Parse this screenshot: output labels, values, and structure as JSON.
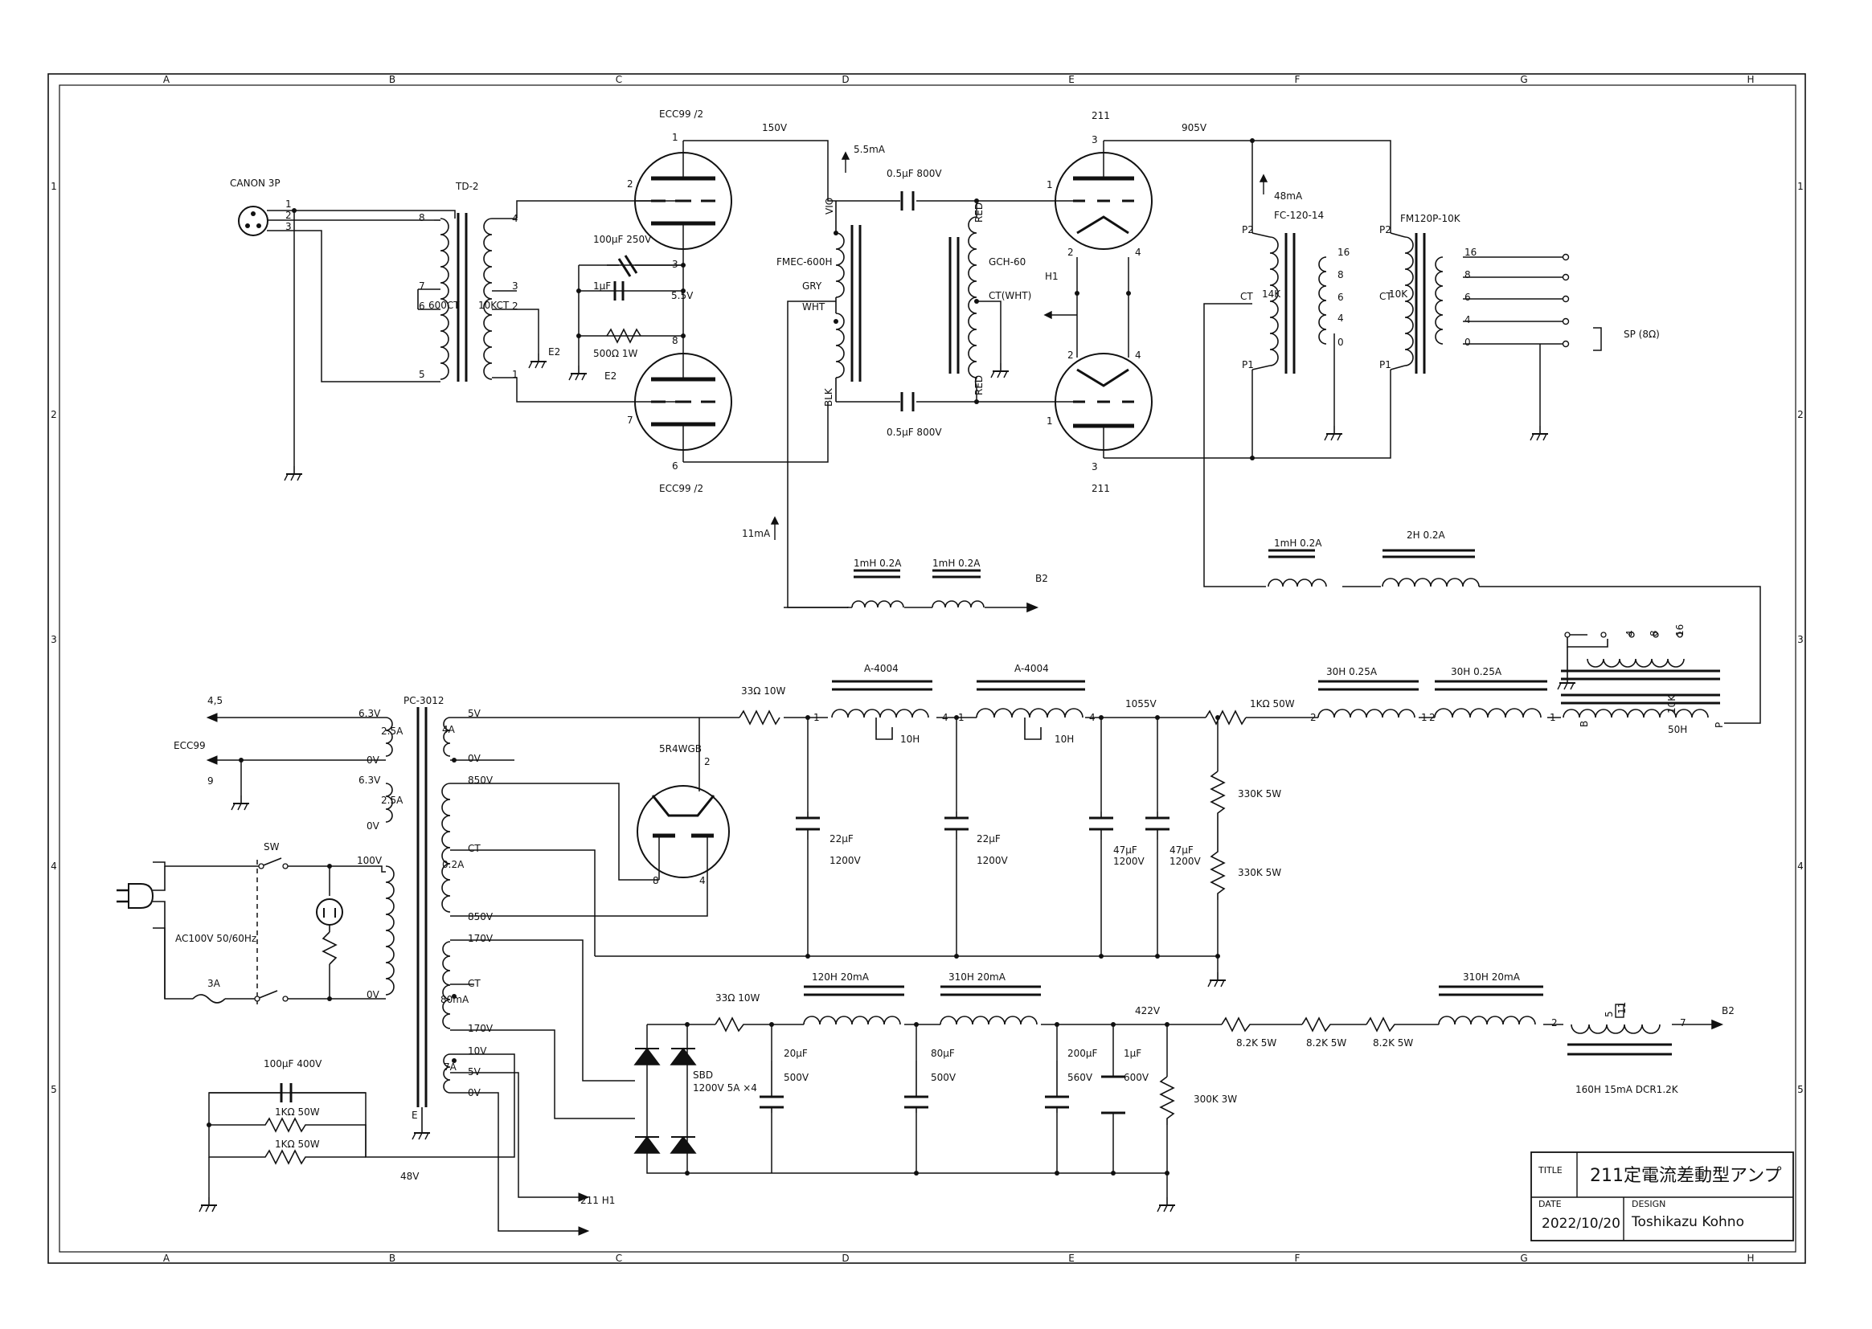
{
  "grid": {
    "columns": [
      "A",
      "B",
      "C",
      "D",
      "E",
      "F",
      "G",
      "H"
    ],
    "rows": [
      "1",
      "2",
      "3",
      "4",
      "5"
    ]
  },
  "title_block": {
    "title_label": "TITLE",
    "title": "211定電流差動型アンプ",
    "date_label": "DATE",
    "date": "2022/10/20",
    "design_label": "DESIGN",
    "designer": "Toshikazu  Kohno"
  },
  "input": {
    "connector": "CANON 3P",
    "pins": [
      "1",
      "2",
      "3"
    ],
    "transformer": "TD-2",
    "primary_taps": [
      "8",
      "7",
      "6",
      "5"
    ],
    "primary_label": "600CT",
    "secondary_taps": [
      "4",
      "3",
      "2",
      "1"
    ],
    "secondary_label": "10KCT",
    "ground_label": "E2"
  },
  "driver": {
    "tube_top": "ECC99 /2",
    "tube_bottom": "ECC99 /2",
    "pins_top": [
      "1",
      "2",
      "3"
    ],
    "pins_bottom": [
      "8",
      "7",
      "6"
    ],
    "plate_voltage": "150V",
    "current_top": "5.5mA",
    "cathode_cap": "100µF 250V",
    "bypass_cap": "1µF",
    "cathode_res": "500Ω 1W",
    "cathode_voltage": "5.5V",
    "ground_label": "E2",
    "current_bottom": "11mA"
  },
  "interstage": {
    "transformer": "FMEC-600H",
    "wire_vio": "VIO",
    "wire_gry": "GRY",
    "wire_wht": "WHT",
    "wire_blk": "BLK",
    "cap_top": "0.5µF 800V",
    "cap_bottom": "0.5µF 800V",
    "choke": "GCH-60",
    "choke_red_top": "RED",
    "choke_red_bottom": "RED",
    "choke_ct": "CT(WHT)",
    "b2_chokes": [
      "1mH 0.2A",
      "1mH 0.2A"
    ],
    "b2_label": "B2"
  },
  "output": {
    "tube_top": "211",
    "tube_bottom": "211",
    "pins_top": [
      "3",
      "1",
      "2",
      "4"
    ],
    "pins_bottom": [
      "2",
      "4",
      "1",
      "3"
    ],
    "plate_voltage": "905V",
    "heater_label": "H1",
    "current": "48mA",
    "opt": "FC-120-14",
    "opt_p2": "P2",
    "opt_ct": "CT",
    "opt_p1": "P1",
    "opt_imp": "14K",
    "opt_taps": [
      "16",
      "8",
      "6",
      "4",
      "0"
    ],
    "opt2": "FM120P-10K",
    "opt2_p2": "P2",
    "opt2_ct": "CT",
    "opt2_p1": "P1",
    "opt2_imp": "10K",
    "opt2_taps": [
      "16",
      "8",
      "6",
      "4",
      "0"
    ],
    "speaker": "SP (8Ω)",
    "b_chokes": [
      "1mH 0.2A",
      "2H 0.2A"
    ]
  },
  "power": {
    "transformer": "PC-3012",
    "taps": [
      "6.3V",
      "0V",
      "6.3V",
      "0V",
      "100V",
      "0V"
    ],
    "heater_currents": [
      "2.5A",
      "2.5A"
    ],
    "heater_dest_1": "4,5",
    "heater_dest_2": "ECC99",
    "heater_dest_3": "9",
    "rect_taps": [
      "5V",
      "4A",
      "0V",
      "850V",
      "CT",
      "0.2A",
      "850V"
    ],
    "rectifier": "5R4WGB",
    "rect_pins": [
      "2",
      "8",
      "4"
    ],
    "switch": "SW",
    "fuse": "3A",
    "mains": "AC100V 50/60Hz",
    "sec2_taps": [
      "170V",
      "CT",
      "80mA",
      "170V"
    ],
    "sec3_taps": [
      "7A",
      "10V",
      "5V",
      "0V"
    ],
    "ground_tap": "E",
    "hv_res": "33Ω 10W",
    "chokes_hv": [
      "A-4004",
      "A-4004"
    ],
    "choke_pins": [
      "1",
      "4",
      "1",
      "4"
    ],
    "choke_10h": [
      "10H",
      "10H"
    ],
    "hv_voltage": "1055V",
    "caps_hv": [
      "22µF",
      "1200V",
      "22µF",
      "1200V",
      "47µF",
      "1200V",
      "47µF",
      "1200V"
    ],
    "bleeders": [
      "330K 5W",
      "330K 5W"
    ],
    "res_1k": "1KΩ 50W",
    "chokes_30h": [
      "30H 0.25A",
      "30H 0.25A"
    ],
    "choke_30h_pins": [
      "2",
      "1",
      "2",
      "1"
    ],
    "ccs_choke": "50H",
    "ccs_taps": [
      "4",
      "8",
      "16"
    ],
    "ccs_imp": "10K",
    "ccs_ends": [
      "B",
      "P"
    ],
    "lv_res": "33Ω 10W",
    "chokes_lv": [
      "120H 20mA",
      "310H 20mA"
    ],
    "lv_voltage": "422V",
    "caps_lv": [
      "20µF",
      "500V",
      "80µF",
      "500V",
      "200µF",
      "560V",
      "1µF",
      "600V"
    ],
    "lv_bleeder": "300K 3W",
    "diodes": "SBD",
    "diodes_rating": "1200V 5A ×4",
    "res_8k": [
      "8.2K 5W",
      "8.2K 5W",
      "8.2K 5W"
    ],
    "choke_310": "310H 20mA",
    "b2_choke": "160H 15mA DCR1.2K",
    "b2_choke_pins": [
      "2",
      "5",
      "11",
      "7"
    ],
    "b2_out": "B2",
    "fil_cap": "100µF 400V",
    "fil_res": [
      "1KΩ 50W",
      "1KΩ 50W"
    ],
    "fil_voltage": "48V",
    "fil_dest": "211  H1"
  }
}
